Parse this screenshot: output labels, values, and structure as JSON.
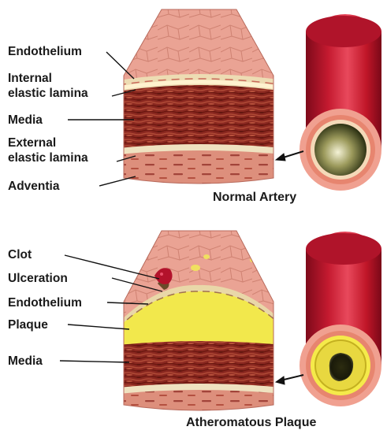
{
  "normal": {
    "caption": "Normal Artery",
    "labels": {
      "endothelium": "Endothelium",
      "internal_elastic_lamina": "Internal\nelastic lamina",
      "media": "Media",
      "external_elastic_lamina": "External\nelastic lamina",
      "adventia": "Adventia"
    }
  },
  "atheroma": {
    "caption": "Atheromatous Plaque",
    "labels": {
      "clot": "Clot",
      "ulceration": "Ulceration",
      "endothelium": "Endothelium",
      "plaque": "Plaque",
      "media": "Media"
    }
  },
  "colors": {
    "intima_pink": "#e9a090",
    "cell_lines": "#c9786a",
    "lamina_cream": "#efe2bd",
    "media_red": "#8e2a22",
    "adventitia": "#d98a78",
    "plaque_yellow": "#f3e84a",
    "clot_red": "#b3122b",
    "vessel_red": "#c8182e",
    "lumen_dark": "#222a0e"
  }
}
